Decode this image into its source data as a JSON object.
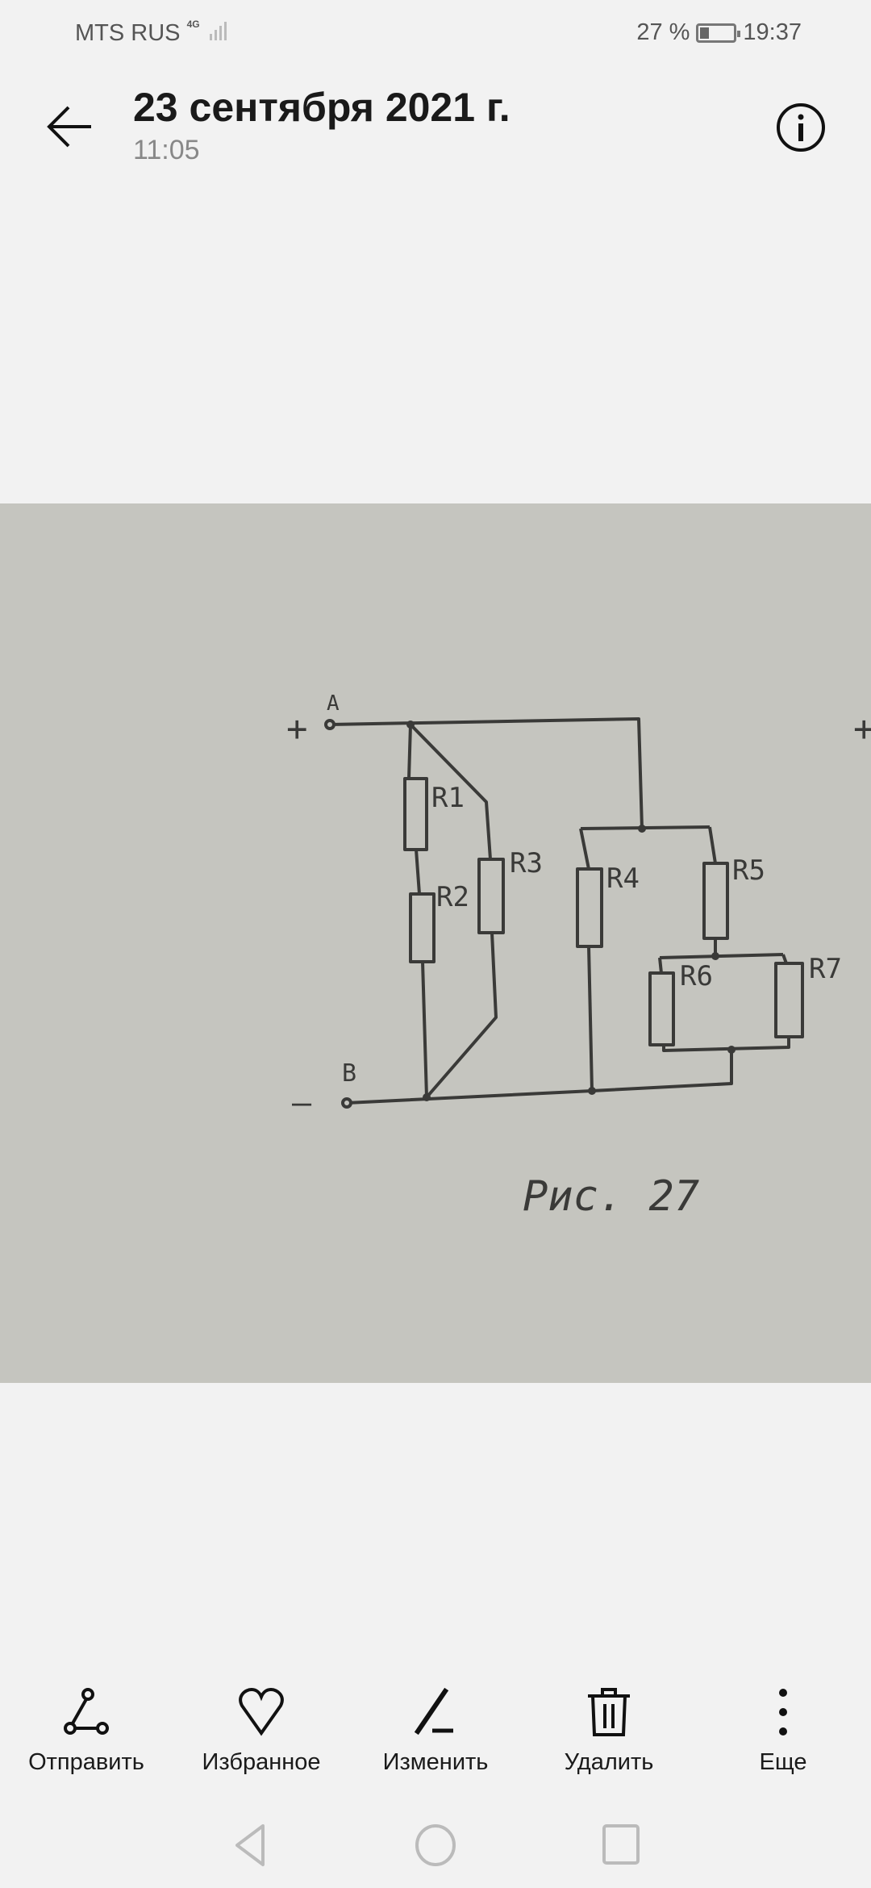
{
  "status_bar": {
    "carrier": "MTS RUS",
    "network": "4G",
    "battery_percent_label": "27 %",
    "battery_level": 0.27,
    "time": "19:37"
  },
  "header": {
    "title": "23 сентября 2021 г.",
    "subtitle": "11:05"
  },
  "photo": {
    "labels": {
      "plus": "+",
      "minus": "—",
      "a": "A",
      "b": "B",
      "plus_right": "+",
      "r1": "R1",
      "r2": "R2",
      "r3": "R3",
      "r4": "R4",
      "r5": "R5",
      "r6": "R6",
      "r7": "R7",
      "caption": "Рис. 27"
    }
  },
  "toolbar": [
    {
      "label": "Отправить",
      "icon": "share-icon"
    },
    {
      "label": "Избранное",
      "icon": "heart-icon"
    },
    {
      "label": "Изменить",
      "icon": "edit-icon"
    },
    {
      "label": "Удалить",
      "icon": "trash-icon"
    },
    {
      "label": "Еще",
      "icon": "more-icon"
    }
  ]
}
